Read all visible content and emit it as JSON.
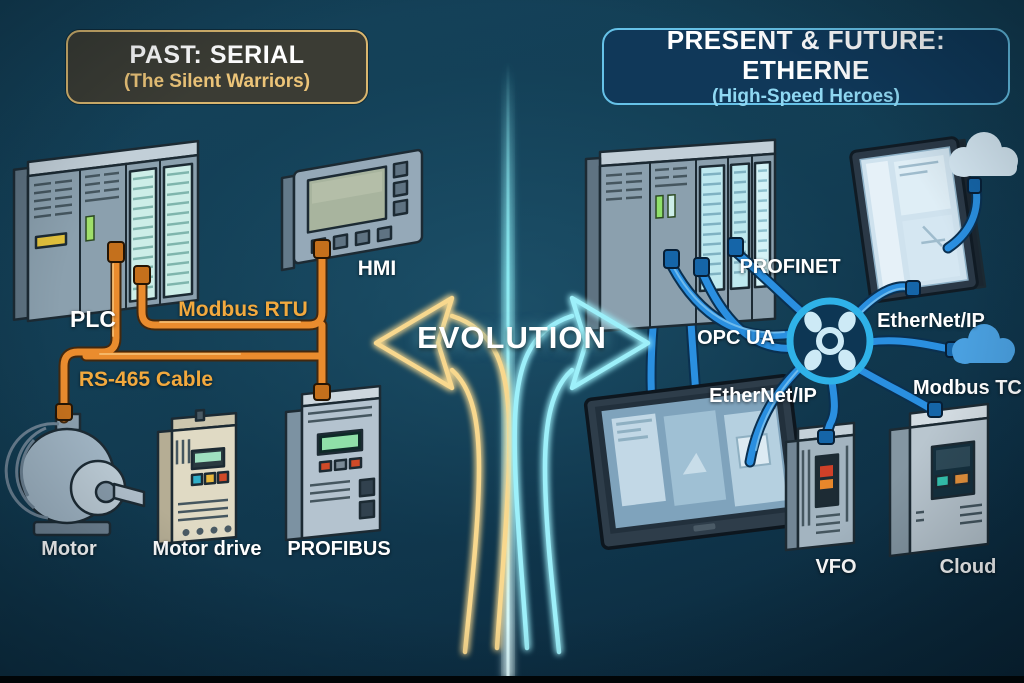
{
  "left": {
    "title": "PAST: SERIAL",
    "subtitle": "(The Silent Warriors)",
    "accent_color": "#d9b66e",
    "cable_color": "#ea8c2e",
    "labels": {
      "plc": "PLC",
      "modbus_rtu": "Modbus RTU",
      "rs465": "RS-465 Cable",
      "hmi": "HMI",
      "motor": "Motor",
      "motor_drive": "Motor drive",
      "profibus": "PROFIBUS"
    }
  },
  "center": {
    "evolution": "EVOLUTION",
    "gold_arrow_color": "#f8d88e",
    "cyan_arrow_color": "#9df0fa",
    "beam_color": "#8deef5"
  },
  "right": {
    "title": "PRESENT & FUTURE: ETHERNE",
    "subtitle": "(High-Speed Heroes)",
    "accent_color": "#66c2e8",
    "cable_color": "#2a8fe0",
    "labels": {
      "profinet": "PROFINET",
      "opc_ua": "OPC UA",
      "ethernet_ip_left": "EtherNet/IP",
      "ethernet_ip_right": "EtherNet/IP",
      "modbus_tcp": "Modbus TC",
      "vfo": "VFO",
      "cloud": "Cloud"
    }
  },
  "icons": {
    "hub": "network-hub-icon",
    "cloud_light": "cloud-icon",
    "cloud_blue": "cloud-icon"
  },
  "background_color": "#123c52"
}
